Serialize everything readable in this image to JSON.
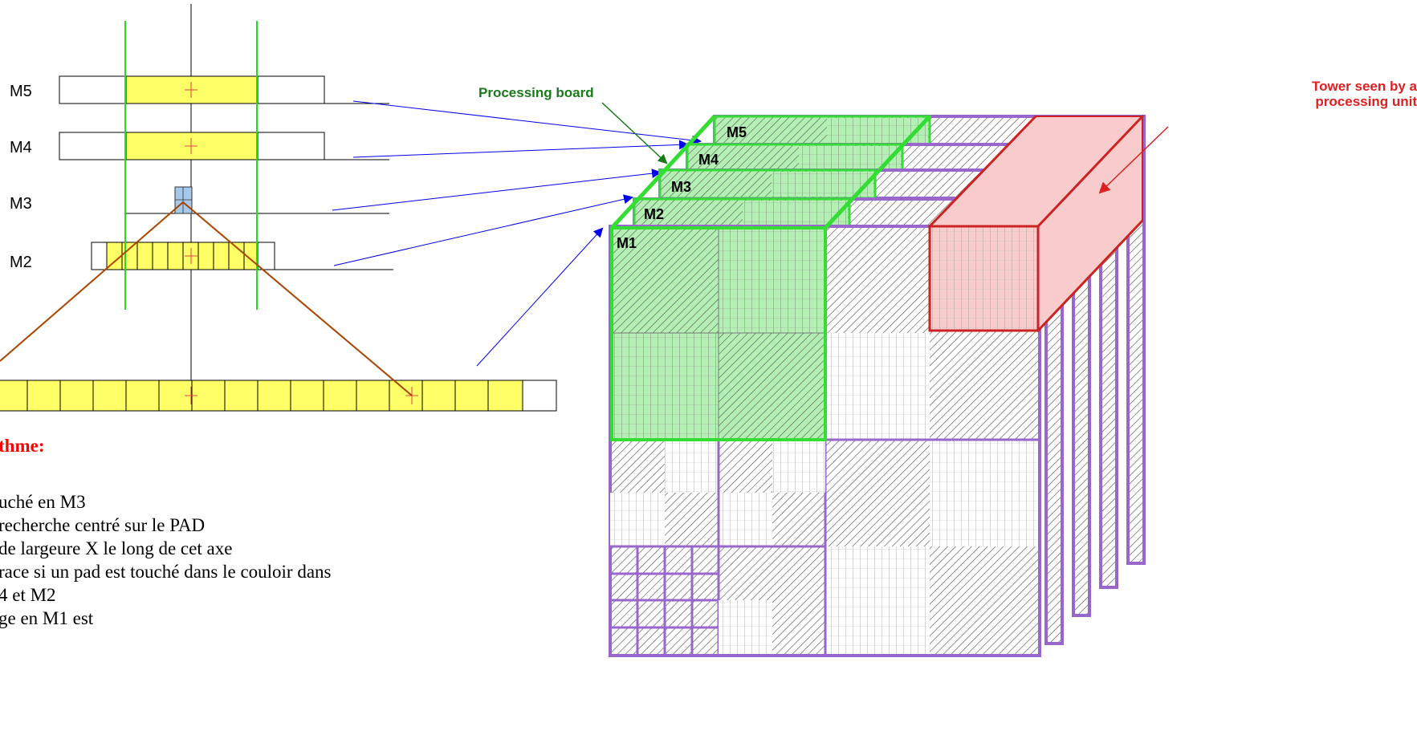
{
  "left_diagram": {
    "stations": [
      {
        "name": "M5"
      },
      {
        "name": "M4"
      },
      {
        "name": "M3"
      },
      {
        "name": "M2"
      }
    ]
  },
  "algorithm": {
    "title": "thme:",
    "lines": [
      "uché en M3",
      "recherche centré sur le PAD",
      "de largeure X le long de cet axe",
      "race si un pad est touché dans le couloir dans",
      "4 et M2",
      "ge en M1 est"
    ]
  },
  "right_diagram": {
    "layers": [
      "M5",
      "M4",
      "M3",
      "M2",
      "M1"
    ],
    "callout_board": "Processing board",
    "callout_tower_lines": [
      "Tower seen by a",
      "processing unit"
    ]
  },
  "colors": {
    "pad_fill": "#ffff66",
    "hit_pad": "#a6c8ea",
    "corridor": "#22dd22",
    "road": "#aa4400",
    "arrow": "#0000ee",
    "board": "#33dd33",
    "board_fill": "#b4f0b4",
    "frame": "#9966cc",
    "tower": "#cc2222",
    "tower_fill": "#f8cccc",
    "board_text": "#1a7a1a",
    "tower_text": "#dd2020"
  }
}
